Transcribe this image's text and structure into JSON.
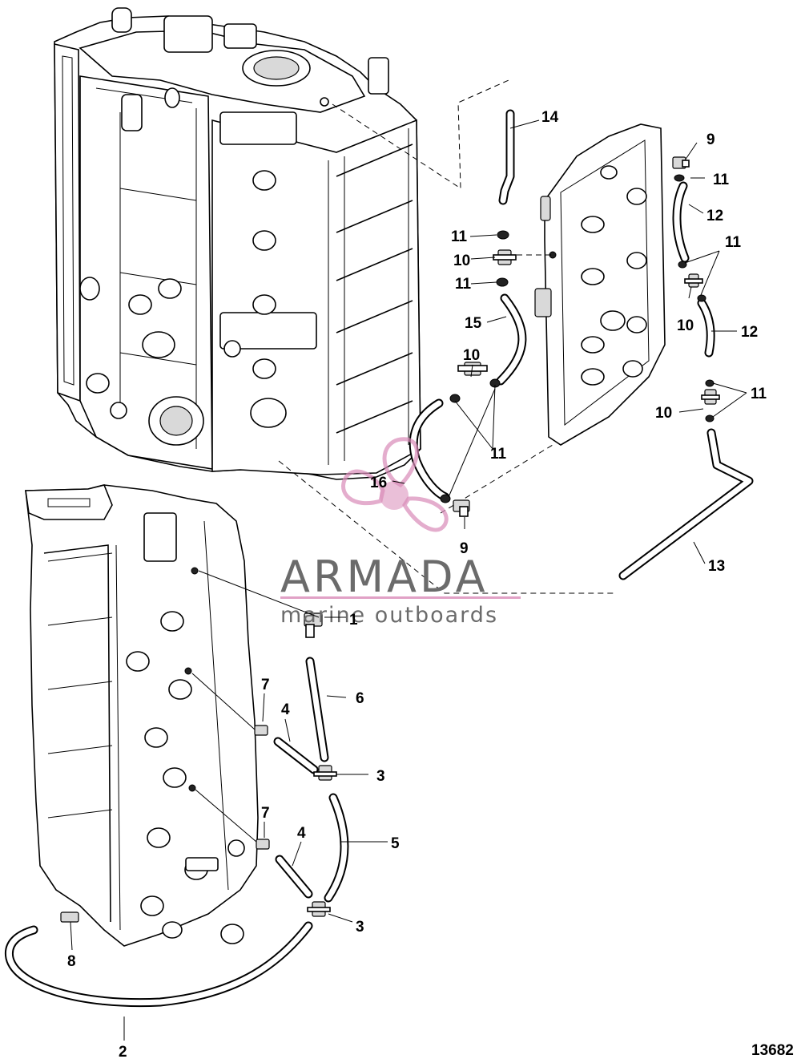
{
  "figure_number": "13682",
  "watermark": {
    "brand": "ARMADA",
    "tagline": "marine outboards",
    "accent_color": "#d98ab8",
    "text_color": "#6b6b6b"
  },
  "callouts": {
    "c1": "1",
    "c2": "2",
    "c3a": "3",
    "c3b": "3",
    "c4a": "4",
    "c4b": "4",
    "c5": "5",
    "c6": "6",
    "c7a": "7",
    "c7b": "7",
    "c8": "8",
    "c9a": "9",
    "c9b": "9",
    "c10a": "10",
    "c10b": "10",
    "c10c": "10",
    "c10d": "10",
    "c11a": "11",
    "c11b": "11",
    "c11c": "11",
    "c11d": "11",
    "c11e": "11",
    "c11f": "11",
    "c12a": "12",
    "c12b": "12",
    "c13": "13",
    "c14": "14",
    "c15": "15",
    "c16": "16"
  }
}
